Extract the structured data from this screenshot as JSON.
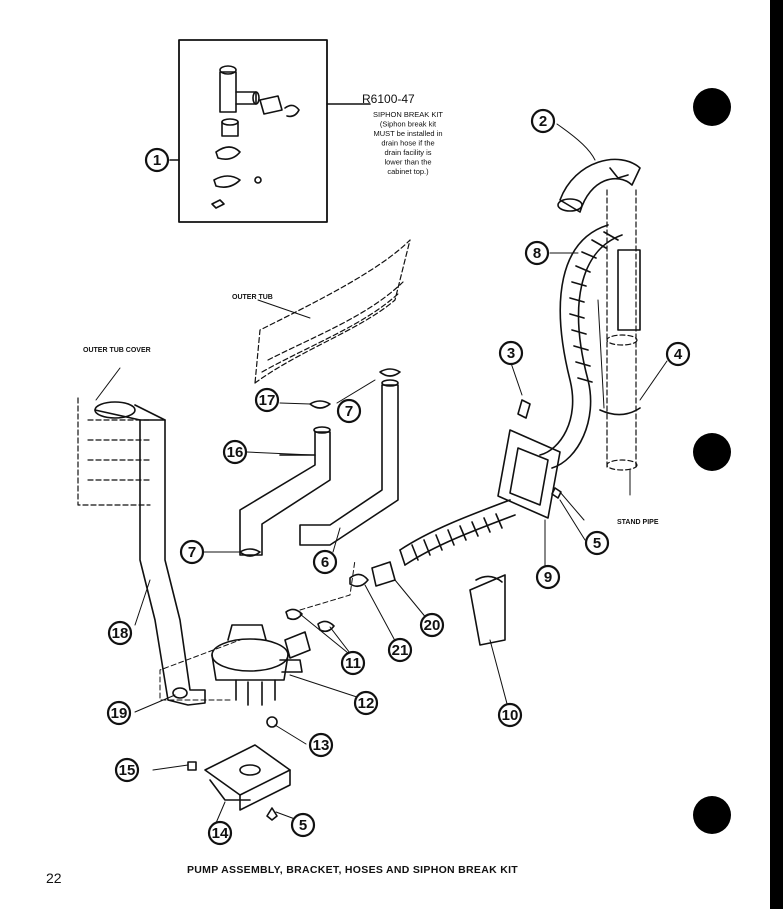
{
  "caption": "PUMP ASSEMBLY, BRACKET, HOSES AND SIPHON BREAK KIT",
  "page_number": "22",
  "kit_part_number": "R6100-47",
  "kit_note": [
    "SIPHON BREAK KIT",
    "(Siphon break kit",
    "MUST be installed in",
    "drain hose if the",
    "drain facility is",
    "lower than the",
    "cabinet top.)"
  ],
  "labels": {
    "outer_tub": "OUTER TUB",
    "outer_tub_cover": "OUTER TUB COVER",
    "stand_pipe": "STAND PIPE"
  },
  "callouts": [
    "1",
    "2",
    "3",
    "4",
    "5",
    "6",
    "7",
    "8",
    "9",
    "10",
    "11",
    "12",
    "13",
    "14",
    "15",
    "16",
    "17",
    "18",
    "19",
    "20",
    "21"
  ],
  "repeated_callouts": {
    "5b": "5",
    "7b": "7"
  }
}
